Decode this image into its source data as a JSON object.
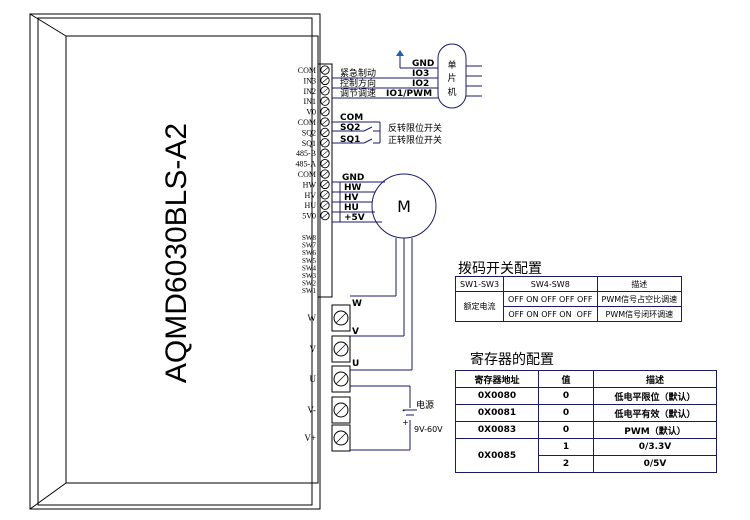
{
  "driver": {
    "model": "AQMD6030BLS-A2",
    "top_terminals": [
      "COM",
      "IN3",
      "IN2",
      "IN1",
      "V0",
      "COM",
      "SQ2",
      "SQ1",
      "485-B",
      "485-A",
      "COM",
      "HW",
      "HV",
      "HU",
      "5V0"
    ],
    "dip_labels": [
      "SW8",
      "SW7",
      "SW6",
      "SW5",
      "SW4",
      "SW3",
      "SW2",
      "SW1"
    ],
    "power_terminals": [
      "W",
      "V",
      "U",
      "V-",
      "V+"
    ]
  },
  "mcu": {
    "label_chars": [
      "单",
      "片",
      "机"
    ],
    "pins": [
      "GND",
      "IO3",
      "IO2",
      "IO1/PWM"
    ],
    "funcs": [
      "紧急制动",
      "控制方向",
      "调节调速"
    ]
  },
  "limits": {
    "com": "COM",
    "sq2": "SQ2",
    "sq2_desc": "反转限位开关",
    "sq1": "SQ1",
    "sq1_desc": "正转限位开关"
  },
  "motor": {
    "symbol": "M",
    "hall_labels": [
      "GND",
      "HW",
      "HV",
      "HU",
      "+5V"
    ],
    "phase_labels": [
      "W",
      "V",
      "U"
    ]
  },
  "power": {
    "label": "电源",
    "range": "9V-60V",
    "plus": "+",
    "minus": "-"
  },
  "dip_table": {
    "title": "拨码开关配置",
    "headers": [
      "SW1-SW3",
      "SW4-SW8",
      "描述"
    ],
    "row_label": "额定电流",
    "rows": [
      {
        "setting": "OFF ON OFF OFF OFF",
        "desc": "PWM信号占空比调速"
      },
      {
        "setting": "OFF ON OFF ON  OFF",
        "desc": "PWM信号闭环调速"
      }
    ]
  },
  "register_table": {
    "title": "寄存器的配置",
    "headers": [
      "寄存器地址",
      "值",
      "描述"
    ],
    "rows": [
      {
        "addr": "0X0080",
        "value": "0",
        "desc": "低电平限位（默认）"
      },
      {
        "addr": "0X0081",
        "value": "0",
        "desc": "低电平有效（默认）"
      },
      {
        "addr": "0X0083",
        "value": "0",
        "desc": "PWM（默认）"
      }
    ],
    "last": {
      "addr": "0X0085",
      "options": [
        {
          "value": "1",
          "desc": "0/3.3V"
        },
        {
          "value": "2",
          "desc": "0/5V"
        }
      ]
    }
  }
}
